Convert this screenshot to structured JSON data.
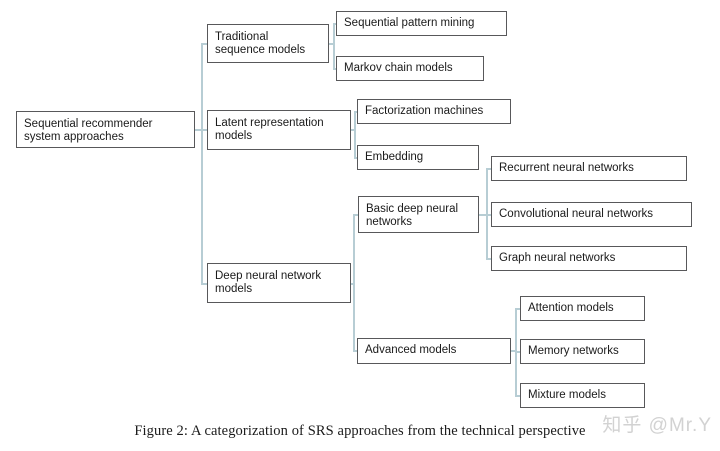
{
  "figure": {
    "caption": "Figure 2: A categorization of SRS approaches from the technical perspective",
    "watermark": "知乎 @Mr.Y",
    "connector_color": "#b7cdd4",
    "box_border_color": "#58585a",
    "background_color": "#ffffff",
    "text_color": "#1a1a1a"
  },
  "diagram": {
    "type": "tree",
    "orientation": "left-to-right",
    "root": {
      "label": "Sequential recommender\nsystem approaches"
    },
    "level2": [
      {
        "label": "Traditional\nsequence models"
      },
      {
        "label": "Latent representation\nmodels"
      },
      {
        "label": "Deep neural network\nmodels"
      }
    ],
    "level3": [
      {
        "label": "Sequential pattern mining"
      },
      {
        "label": "Markov chain models"
      },
      {
        "label": "Factorization machines"
      },
      {
        "label": "Embedding"
      },
      {
        "label": "Basic deep neural\nnetworks"
      },
      {
        "label": "Advanced models"
      }
    ],
    "level4": [
      {
        "label": "Recurrent neural networks"
      },
      {
        "label": "Convolutional neural networks"
      },
      {
        "label": "Graph neural networks"
      },
      {
        "label": "Attention models"
      },
      {
        "label": "Memory networks"
      },
      {
        "label": "Mixture models"
      }
    ]
  }
}
